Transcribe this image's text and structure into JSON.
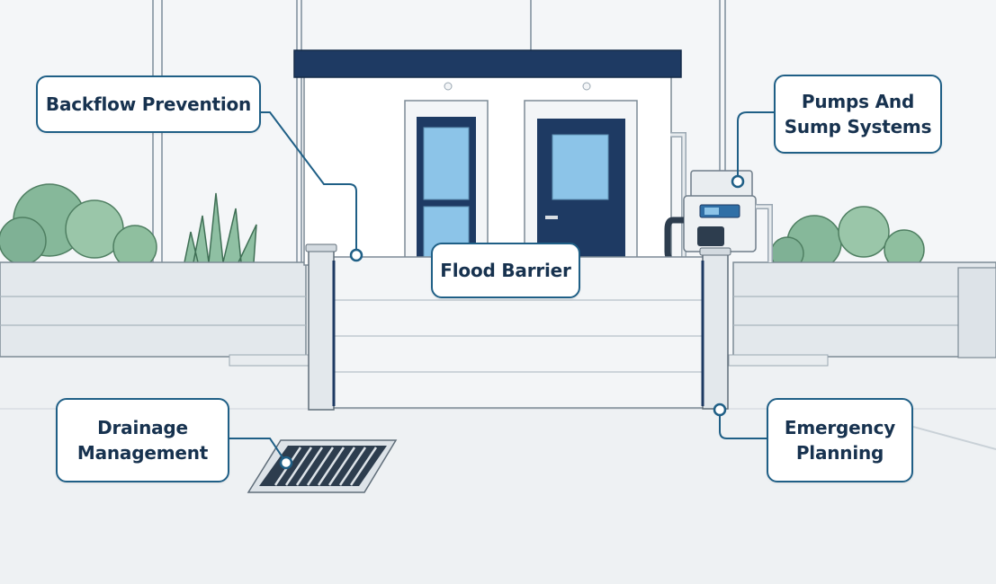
{
  "labels": {
    "backflow": "Backflow Prevention",
    "pumps": [
      "Pumps And",
      "Sump Systems"
    ],
    "flood_barrier": "Flood Barrier",
    "drainage": [
      "Drainage",
      "Management"
    ],
    "emergency": [
      "Emergency",
      "Planning"
    ]
  },
  "colors": {
    "accent": "#1f5f86",
    "label_text": "#17324f",
    "door_navy": "#1e3a63",
    "roof_navy": "#1e3a63",
    "glass": "#8cc4e8",
    "foliage": "#6fa88a",
    "ground": "#eef1f3"
  }
}
